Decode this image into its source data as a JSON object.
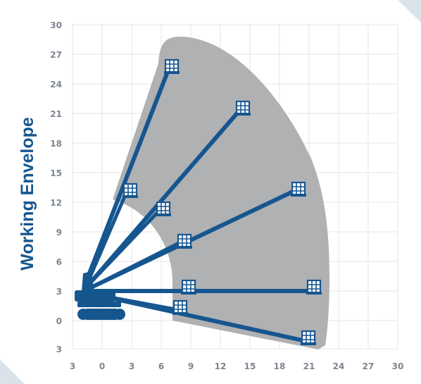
{
  "title": "Working Envelope",
  "x_ticks": [
    "3",
    "0",
    "3",
    "6",
    "9",
    "12",
    "15",
    "18",
    "21",
    "24",
    "27",
    "30"
  ],
  "y_ticks": [
    "30",
    "27",
    "24",
    "21",
    "18",
    "15",
    "12",
    "9",
    "6",
    "3",
    "0",
    "3"
  ],
  "colors": {
    "boom": "#16568f",
    "envelope": "#b0b1b3",
    "grid": "#e4e6ea",
    "tick_text": "#7d8590",
    "panel_bg": "#ffffff",
    "page_bg": "#dde3ea"
  },
  "icons": {
    "machine": "boom-lift-icon",
    "platform": "platform-basket-icon"
  }
}
